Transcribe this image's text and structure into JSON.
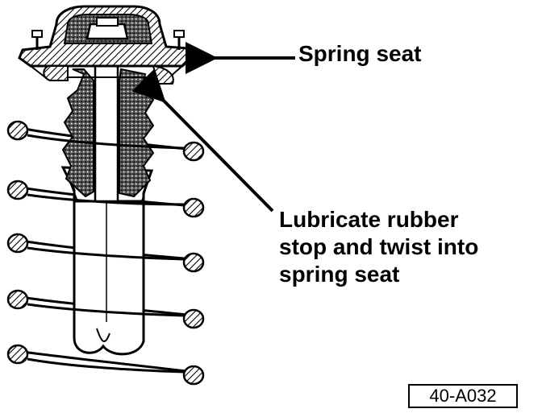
{
  "labels": {
    "spring_seat": "Spring seat",
    "lubricate_lines": [
      "Lubricate rubber",
      "stop and twist into",
      "spring seat"
    ]
  },
  "figure_id": "40-A032",
  "colors": {
    "ink": "#000000",
    "paper": "#ffffff"
  }
}
